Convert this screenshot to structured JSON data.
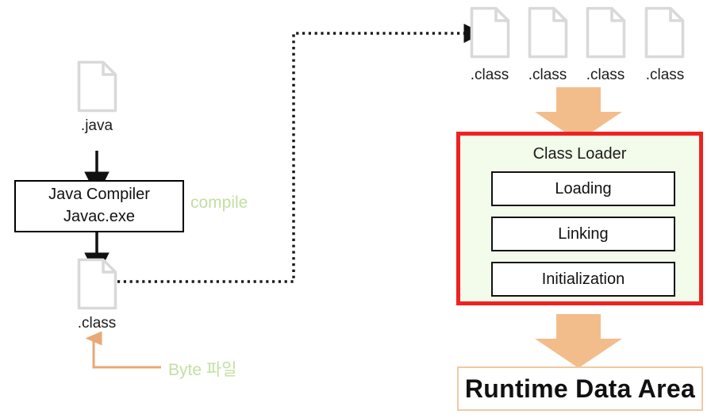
{
  "diagram": {
    "title": "Java compilation and class loading flow",
    "colors": {
      "classloader_border": "#ee2222",
      "classloader_fill": "#f3fbea",
      "runtime_border": "#efc9a3",
      "fat_arrow": "#f2bd8b",
      "byte_arrow": "#e8a877",
      "green_text": "#c3dfa0",
      "file_icon_outline": "#d7d7d7",
      "black_line": "#111111"
    }
  },
  "left": {
    "source_file": {
      "icon": "document-icon",
      "label": ".java"
    },
    "compiler": {
      "line1": "Java Compiler",
      "line2": "Javac.exe"
    },
    "compile_label": "compile",
    "output_file": {
      "icon": "document-icon",
      "label": ".class"
    },
    "byte_label": "Byte 파일"
  },
  "right": {
    "class_files": [
      {
        "icon": "document-icon",
        "label": ".class"
      },
      {
        "icon": "document-icon",
        "label": ".class"
      },
      {
        "icon": "document-icon",
        "label": ".class"
      },
      {
        "icon": "document-icon",
        "label": ".class"
      }
    ],
    "class_loader": {
      "title": "Class Loader",
      "phases": [
        {
          "label": "Loading"
        },
        {
          "label": "Linking"
        },
        {
          "label": "Initialization"
        }
      ]
    },
    "runtime_data_area": {
      "label": "Runtime Data Area"
    }
  }
}
